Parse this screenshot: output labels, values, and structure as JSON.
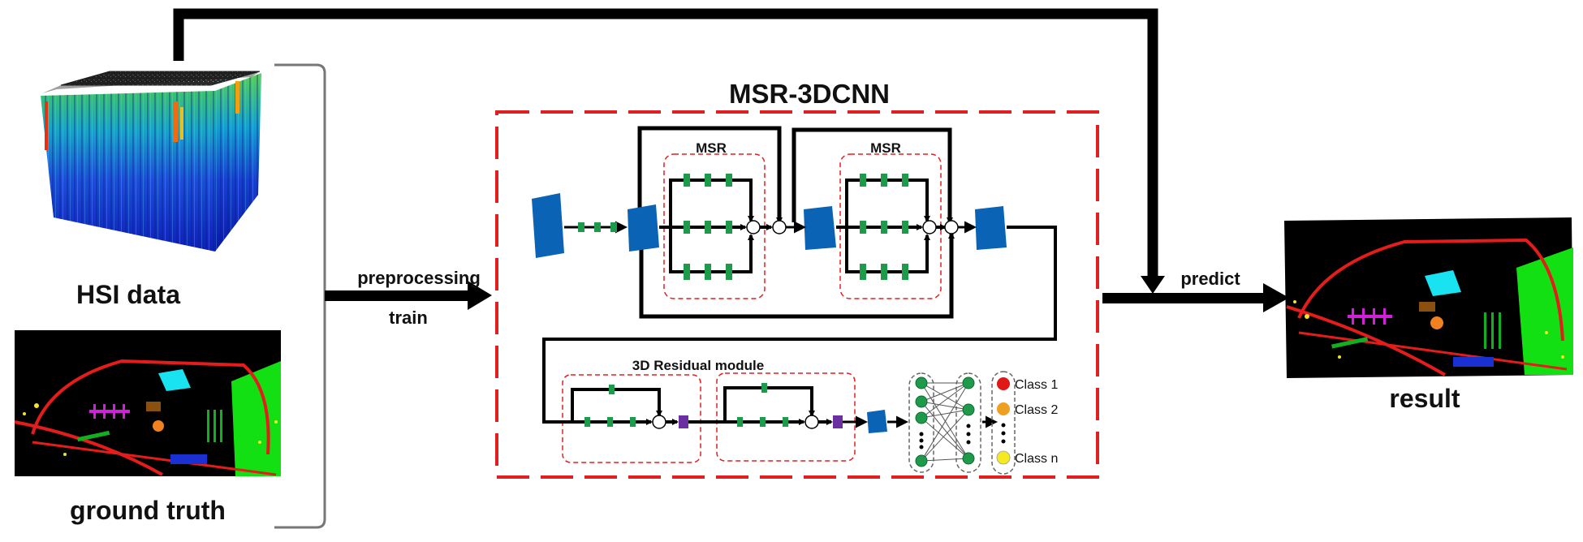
{
  "title": "MSR-3DCNN",
  "inputs": {
    "hsi_label": "HSI data",
    "gt_label": "ground truth"
  },
  "arrows": {
    "preprocessing": "preprocessing",
    "train": "train",
    "predict": "predict"
  },
  "modules": {
    "msr_1": "MSR",
    "msr_2": "MSR",
    "residual": "3D Residual module"
  },
  "classes": {
    "class_1": "Class 1",
    "class_2": "Class 2",
    "class_n": "Class n"
  },
  "output": {
    "result_label": "result"
  },
  "colors": {
    "dashed_border": "#e02020",
    "block_blue": "#0b63b5",
    "node_green": "#1f9a4a",
    "residual_purple": "#6a2fa0",
    "class_1": "#e01818",
    "class_2": "#f0a020",
    "class_n": "#f5ea20",
    "map_cyan": "#19e3f0",
    "map_green": "#12e012",
    "map_magenta": "#d020d8",
    "map_red": "#e51c1c",
    "map_yellow": "#f0e628"
  }
}
